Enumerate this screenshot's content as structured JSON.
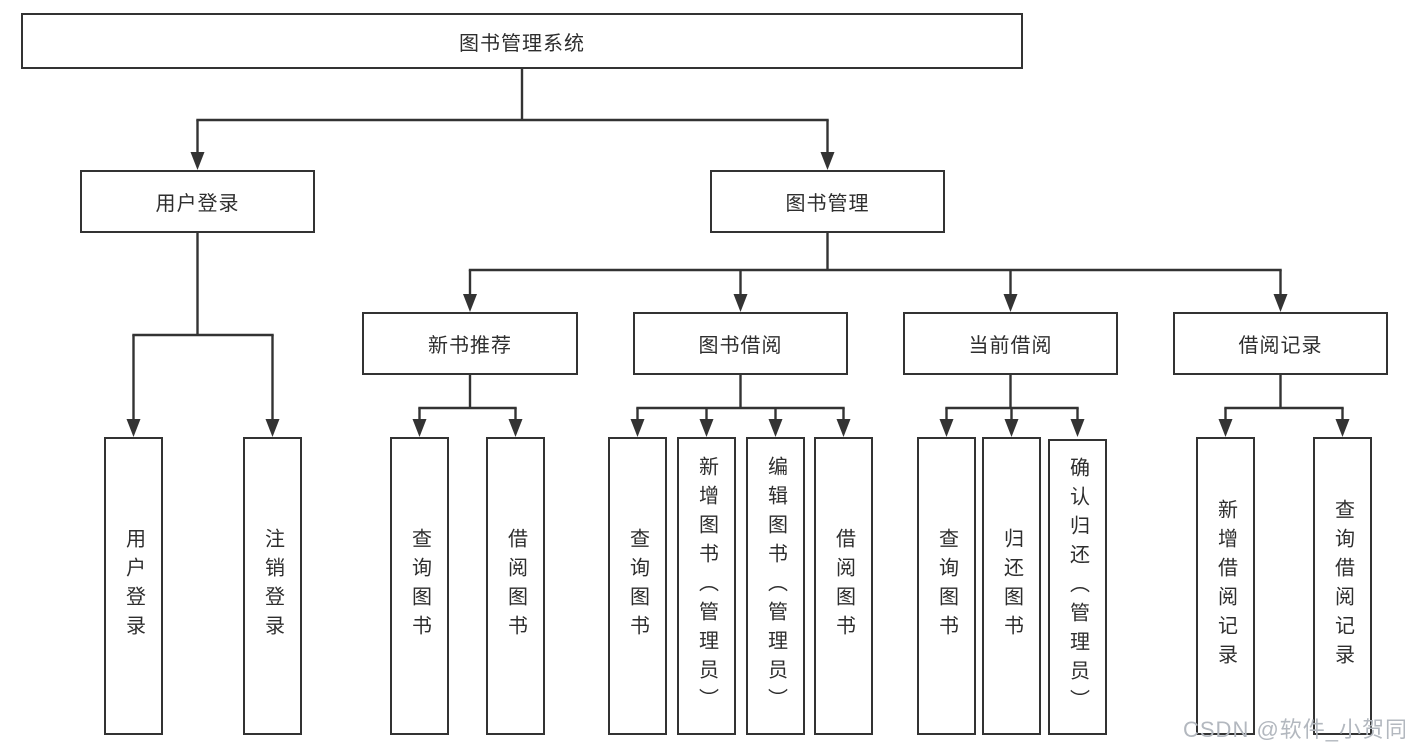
{
  "diagram_title": "图书管理系统",
  "tree": {
    "root": {
      "label": "图书管理系统",
      "children": [
        {
          "label": "用户登录",
          "children": [
            {
              "label": "用户登录"
            },
            {
              "label": "注销登录"
            }
          ]
        },
        {
          "label": "图书管理",
          "children": [
            {
              "label": "新书推荐",
              "children": [
                {
                  "label": "查询图书"
                },
                {
                  "label": "借阅图书"
                }
              ]
            },
            {
              "label": "图书借阅",
              "children": [
                {
                  "label": "查询图书"
                },
                {
                  "label": "新增图书（管理员）"
                },
                {
                  "label": "编辑图书（管理员）"
                },
                {
                  "label": "借阅图书"
                }
              ]
            },
            {
              "label": "当前借阅",
              "children": [
                {
                  "label": "查询图书"
                },
                {
                  "label": "归还图书"
                },
                {
                  "label": "确认归还（管理员）"
                }
              ]
            },
            {
              "label": "借阅记录",
              "children": [
                {
                  "label": "新增借阅记录"
                },
                {
                  "label": "查询借阅记录"
                }
              ]
            }
          ]
        }
      ]
    }
  },
  "watermark": "CSDN @软件_小贺同学",
  "colors": {
    "line": "#333333",
    "box_border": "#333333",
    "text": "#2e2e2e",
    "background": "#ffffff",
    "watermark": "#b3b8bf"
  }
}
